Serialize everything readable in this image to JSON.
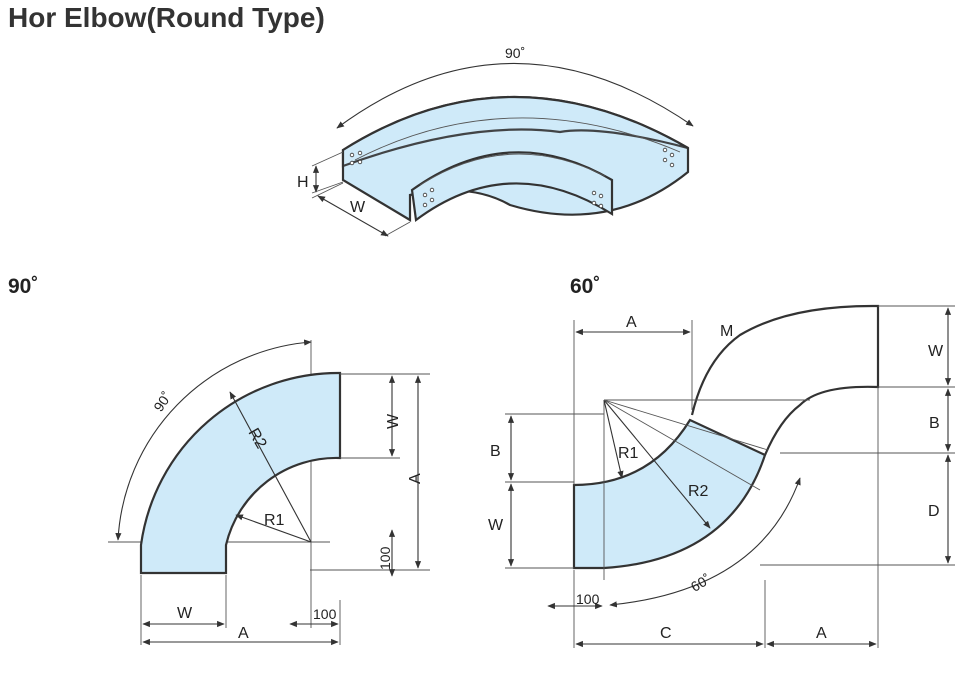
{
  "title": "Hor Elbow(Round Type)",
  "colors": {
    "fill": "#cfeaf9",
    "line": "#333333"
  },
  "iso": {
    "angle": "90˚",
    "h": "H",
    "w": "W"
  },
  "d90": {
    "heading": "90˚",
    "arc": "90˚",
    "r2": "R2",
    "r1": "R1",
    "w_side": "W",
    "a_side": "A",
    "gap_side": "100",
    "w_bottom": "W",
    "gap_bottom": "100",
    "a_bottom": "A"
  },
  "d60": {
    "heading": "60˚",
    "a_top": "A",
    "m": "M",
    "w_right": "W",
    "b_right": "B",
    "d_right": "D",
    "b_left": "B",
    "w_left": "W",
    "r1": "R1",
    "r2": "R2",
    "arc": "60˚",
    "gap_bottom": "100",
    "c_bottom": "C",
    "a_bottom": "A"
  }
}
